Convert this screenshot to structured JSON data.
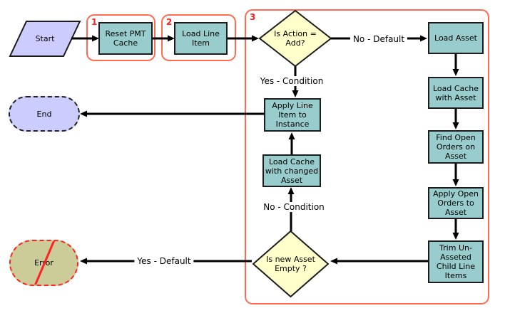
{
  "diagram": {
    "groups": {
      "g1": {
        "badge": "1"
      },
      "g2": {
        "badge": "2"
      },
      "g3": {
        "badge": "3"
      }
    },
    "nodes": {
      "start": "Start",
      "reset_pmt_cache": "Reset PMT Cache",
      "load_line_item": "Load Line Item",
      "is_action_add": "Is Action = Add?",
      "load_asset": "Load Asset",
      "load_cache_with_asset": "Load Cache with Asset",
      "find_open_orders_on_asset": "Find Open Orders on Asset",
      "apply_open_orders_to_asset": "Apply Open Orders to Asset",
      "trim_unasseted_child_line_items": "Trim Un-Asseted Child Line Items",
      "is_new_asset_empty": "Is new Asset Empty ?",
      "load_cache_with_changed_asset": "Load Cache with changed Asset",
      "apply_line_item_to_instance": "Apply Line Item to Instance",
      "end": "End",
      "error": "Error"
    },
    "edges": {
      "no_default": "No - Default",
      "yes_condition": "Yes - Condition",
      "no_condition": "No - Condition",
      "yes_default": "Yes - Default"
    },
    "colors": {
      "step_fill": "#99cccc",
      "decision_fill": "#ffffcc",
      "terminal_fill": "#ccccff",
      "error_fill": "#cccc99",
      "group_border": "#ff6a52",
      "badge_text": "#ff1f1f",
      "connector": "#000000"
    }
  }
}
